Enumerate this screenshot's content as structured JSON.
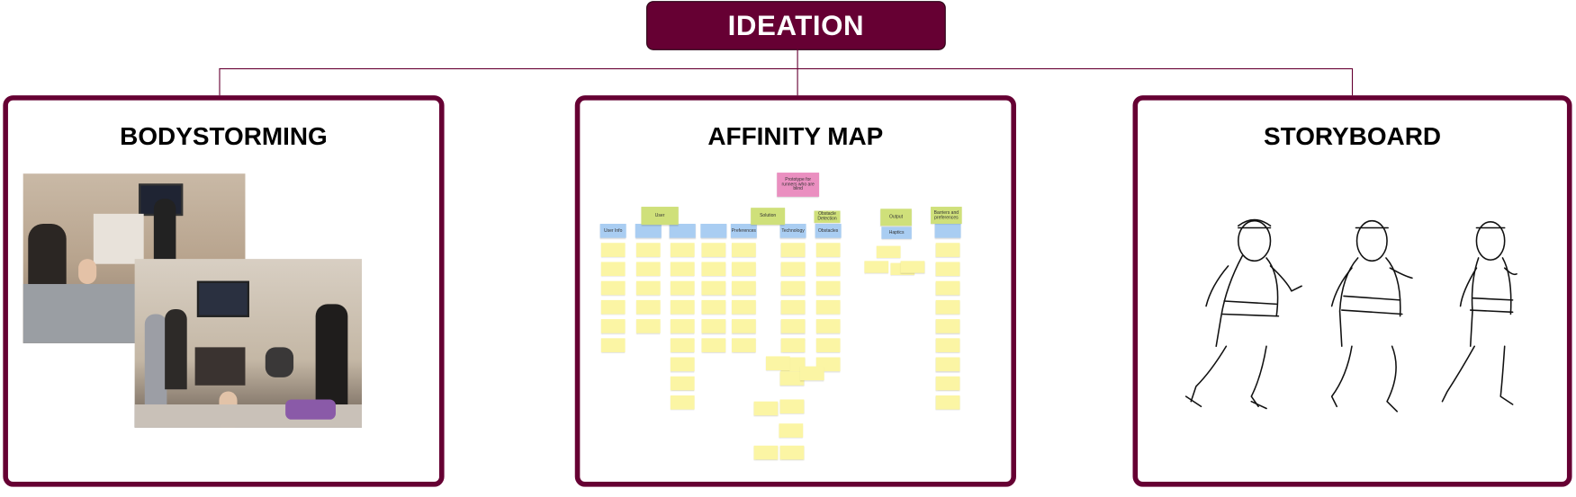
{
  "root": {
    "title": "IDEATION"
  },
  "colors": {
    "accent": "#660033",
    "sticky_yellow": "#fbf5a4",
    "sticky_blue": "#a9cdf2",
    "sticky_green": "#cfe07a",
    "sticky_pink": "#ea8fc0"
  },
  "panels": [
    {
      "title": "BODYSTORMING"
    },
    {
      "title": "AFFINITY MAP"
    },
    {
      "title": "STORYBOARD"
    }
  ],
  "affinity": {
    "center_note": "Prototype for runners who are blind",
    "groups": [
      "User",
      "Solution",
      "Obstacle Detection",
      "Output",
      "Barriers and preferences"
    ],
    "subgroups": [
      "User Info",
      "Preferences",
      "Technology",
      "Obstacles",
      "Haptics"
    ]
  }
}
